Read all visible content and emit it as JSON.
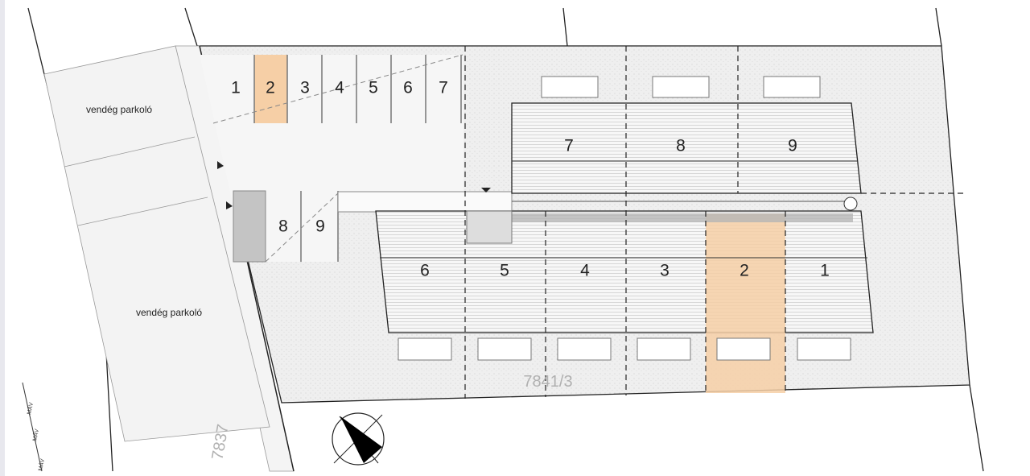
{
  "guest_parking": [
    "vendég parkoló",
    "vendég parkoló"
  ],
  "parking_spaces": [
    "1",
    "2",
    "3",
    "4",
    "5",
    "6",
    "7",
    "8",
    "9"
  ],
  "highlighted_parking": "2",
  "upper_units": [
    "7",
    "8",
    "9"
  ],
  "lower_units": [
    "6",
    "5",
    "4",
    "3",
    "2",
    "1"
  ],
  "highlighted_unit": "2",
  "parcel_main": "7841/3",
  "parcel_road": "7837",
  "railway_labels": [
    "MÁV",
    "MÁV",
    "MÁV"
  ],
  "colors": {
    "highlight": "#f6cfa6",
    "site": "#f1f1f1",
    "line": "#222222"
  }
}
